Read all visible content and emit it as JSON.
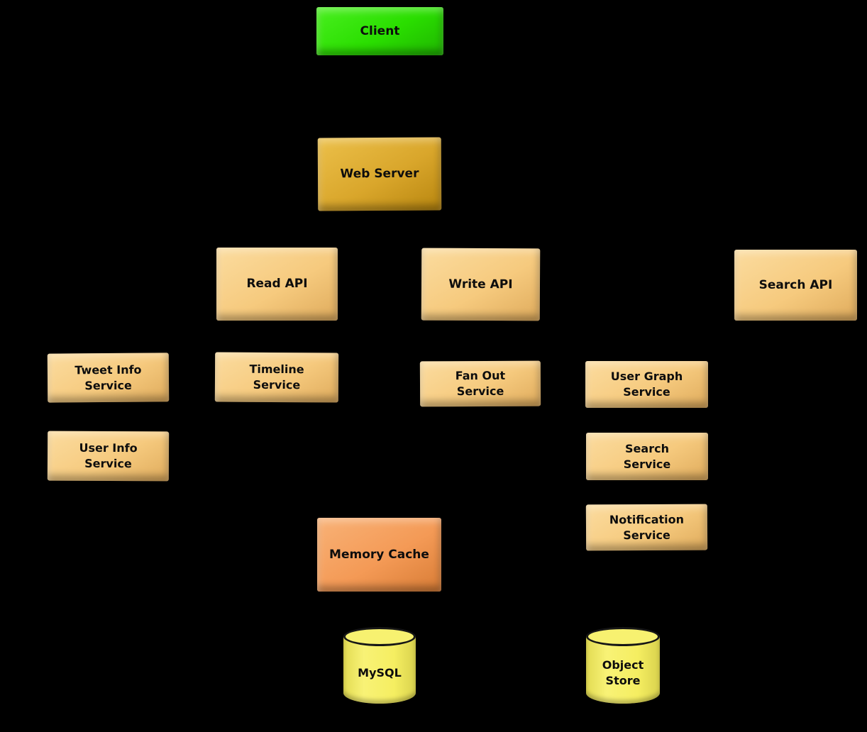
{
  "diagram": {
    "background_color": "#000000",
    "text_color": "#0d0d0d",
    "colors": {
      "client": "#2ade00",
      "web_server": "#d9a62b",
      "api_service": "#f6ca7e",
      "memory_cache": "#f49a56",
      "database": "#f5ee61"
    },
    "nodes": {
      "client": {
        "label": "Client",
        "shape": "box",
        "color": "#2ade00"
      },
      "web_server": {
        "label": "Web Server",
        "shape": "box",
        "color": "#d9a62b"
      },
      "read_api": {
        "label": "Read API",
        "shape": "box",
        "color": "#f6ca7e"
      },
      "write_api": {
        "label": "Write API",
        "shape": "box",
        "color": "#f6ca7e"
      },
      "search_api": {
        "label": "Search API",
        "shape": "box",
        "color": "#f6ca7e"
      },
      "tweet_info": {
        "label": "Tweet Info\nService",
        "shape": "box",
        "color": "#f6ca7e"
      },
      "timeline": {
        "label": "Timeline\nService",
        "shape": "box",
        "color": "#f6ca7e"
      },
      "fan_out": {
        "label": "Fan Out\nService",
        "shape": "box",
        "color": "#f6ca7e"
      },
      "user_graph": {
        "label": "User Graph\nService",
        "shape": "box",
        "color": "#f6ca7e"
      },
      "user_info": {
        "label": "User Info\nService",
        "shape": "box",
        "color": "#f6ca7e"
      },
      "search_svc": {
        "label": "Search\nService",
        "shape": "box",
        "color": "#f6ca7e"
      },
      "notification": {
        "label": "Notification\nService",
        "shape": "box",
        "color": "#f6ca7e"
      },
      "memory_cache": {
        "label": "Memory Cache",
        "shape": "box",
        "color": "#f49a56"
      },
      "mysql": {
        "label": "MySQL",
        "shape": "cylinder",
        "color": "#f5ee61"
      },
      "object_store": {
        "label": "Object\nStore",
        "shape": "cylinder",
        "color": "#f5ee61"
      }
    }
  }
}
